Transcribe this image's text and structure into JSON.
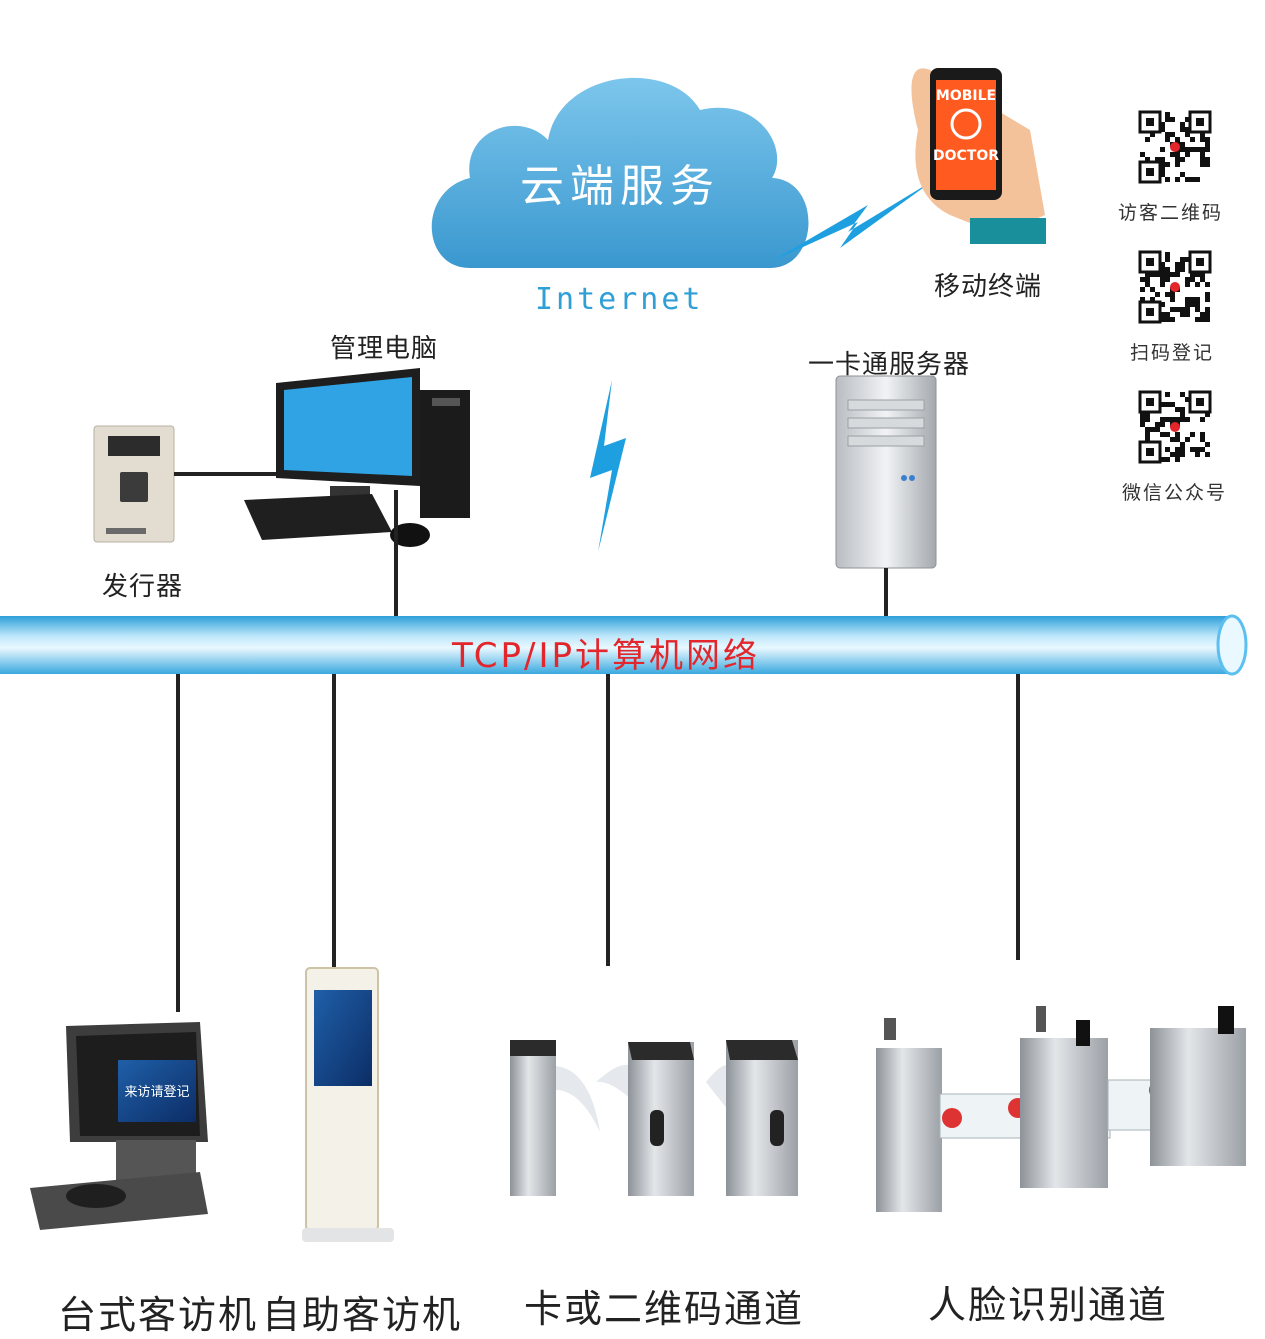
{
  "cloud": {
    "title": "云端服务",
    "internet": "Internet"
  },
  "mobile": {
    "label": "移动终端",
    "screen_line1": "MOBILE",
    "screen_line2": "DOCTOR"
  },
  "qr_codes": [
    {
      "label": "访客二维码"
    },
    {
      "label": "扫码登记"
    },
    {
      "label": "微信公众号"
    }
  ],
  "pc": {
    "label": "管理电脑"
  },
  "server": {
    "label": "一卡通服务器"
  },
  "issuer": {
    "label": "发行器"
  },
  "network": {
    "label": "TCP/IP计算机网络"
  },
  "terminals": [
    {
      "label": "台式客访机",
      "screen_text": "来访请登记"
    },
    {
      "label": "自助客访机"
    },
    {
      "label": "卡或二维码通道"
    },
    {
      "label": "人脸识别通道"
    }
  ],
  "colors": {
    "cloud": "#4aa8db",
    "lightning": "#1ea0e0",
    "network_pipe": "#5bc0ef",
    "network_text": "#e2262b",
    "line": "#222222"
  }
}
